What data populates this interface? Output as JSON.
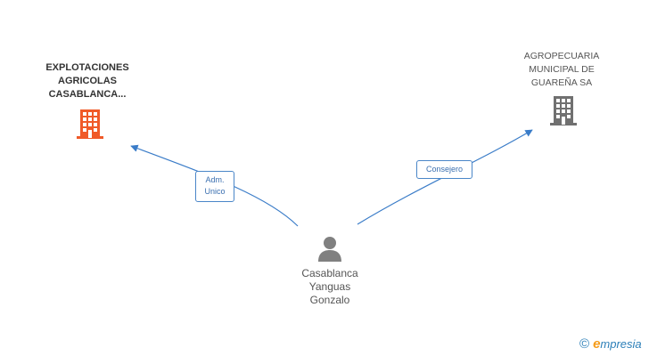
{
  "nodes": {
    "company_a": {
      "name_lines": [
        "EXPLOTACIONES",
        "AGRICOLAS",
        "CASABLANCA..."
      ],
      "icon": "building-icon",
      "color": "#f05a28"
    },
    "company_b": {
      "name_lines": [
        "AGROPECUARIA",
        "MUNICIPAL DE",
        "GUAREÑA SA"
      ],
      "icon": "building-icon",
      "color": "#707070"
    },
    "person": {
      "name_lines": [
        "Casablanca",
        "Yanguas",
        "Gonzalo"
      ],
      "icon": "person-icon",
      "color": "#808080"
    }
  },
  "edges": [
    {
      "from": "person",
      "to": "company_a",
      "label_lines": [
        "Adm.",
        "Unico"
      ]
    },
    {
      "from": "person",
      "to": "company_b",
      "label_lines": [
        "Consejero"
      ]
    }
  ],
  "colors": {
    "edge": "#3a7cc8"
  },
  "brand": {
    "copyright_symbol": "©",
    "first_letter": "e",
    "rest": "mpresia"
  }
}
